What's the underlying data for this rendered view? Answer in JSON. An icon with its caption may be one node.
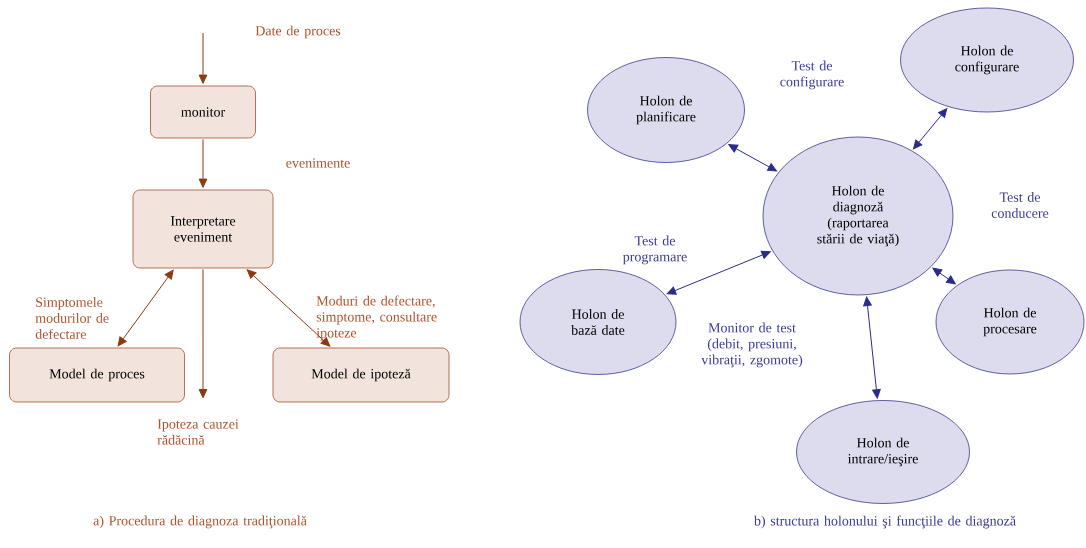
{
  "diagram": {
    "nodes": [
      {
        "text": [
          "monitor"
        ]
      },
      {
        "text": [
          "Interpretare eveniment"
        ]
      },
      {
        "text": [
          "Model de proces"
        ]
      },
      {
        "text": [
          "Model de ipoteză"
        ]
      },
      {
        "text": [
          "Holon de planificare"
        ]
      },
      {
        "text": [
          "Holon de configurare"
        ]
      },
      {
        "text": [
          "Holon de diagnoză (raportarea stării de viaţă)"
        ]
      },
      {
        "text": [
          "Holon de bază date"
        ]
      },
      {
        "text": [
          "Holon de procesare"
        ]
      },
      {
        "text": [
          "Holon de intrare/ieşire"
        ]
      }
    ],
    "edges": [
      {
        "from": null,
        "to": 0,
        "arrow": "to",
        "color": "#8b3a12"
      },
      {
        "from": 0,
        "to": 1,
        "arrow": "to",
        "color": "#8b3a12"
      },
      {
        "from": 1,
        "to": 2,
        "arrow": "both",
        "color": "#8b3a12"
      },
      {
        "from": 1,
        "to": null,
        "arrow": "to",
        "color": "#8b3a12"
      },
      {
        "from": 1,
        "to": 3,
        "arrow": "both",
        "color": "#8b3a12"
      },
      {
        "from": 4,
        "to": 6,
        "arrow": "both",
        "color": "#2b2b8c"
      },
      {
        "from": 6,
        "to": 5,
        "arrow": "both",
        "color": "#2b2b8c"
      },
      {
        "from": 6,
        "to": 7,
        "arrow": "both",
        "color": "#2b2b8c"
      },
      {
        "from": 6,
        "to": 8,
        "arrow": "both",
        "color": "#2b2b8c"
      },
      {
        "from": 6,
        "to": 9,
        "arrow": "both",
        "color": "#2b2b8c"
      }
    ],
    "labels": [
      "Date de proces",
      "evenimente",
      "Simptomele modurilor de defectare",
      "Moduri de defectare, simptome, consultare ipoteze",
      "Ipoteza cauzei rădăcină",
      "a) Procedura de diagnoza tradiţională",
      "Test de configurare",
      "Test de conducere",
      "Test de programare",
      "Monitor de test (debit, presiuni, vibraţii, zgomote)",
      "b) structura holonului şi funcţiile de diagnoză"
    ]
  }
}
